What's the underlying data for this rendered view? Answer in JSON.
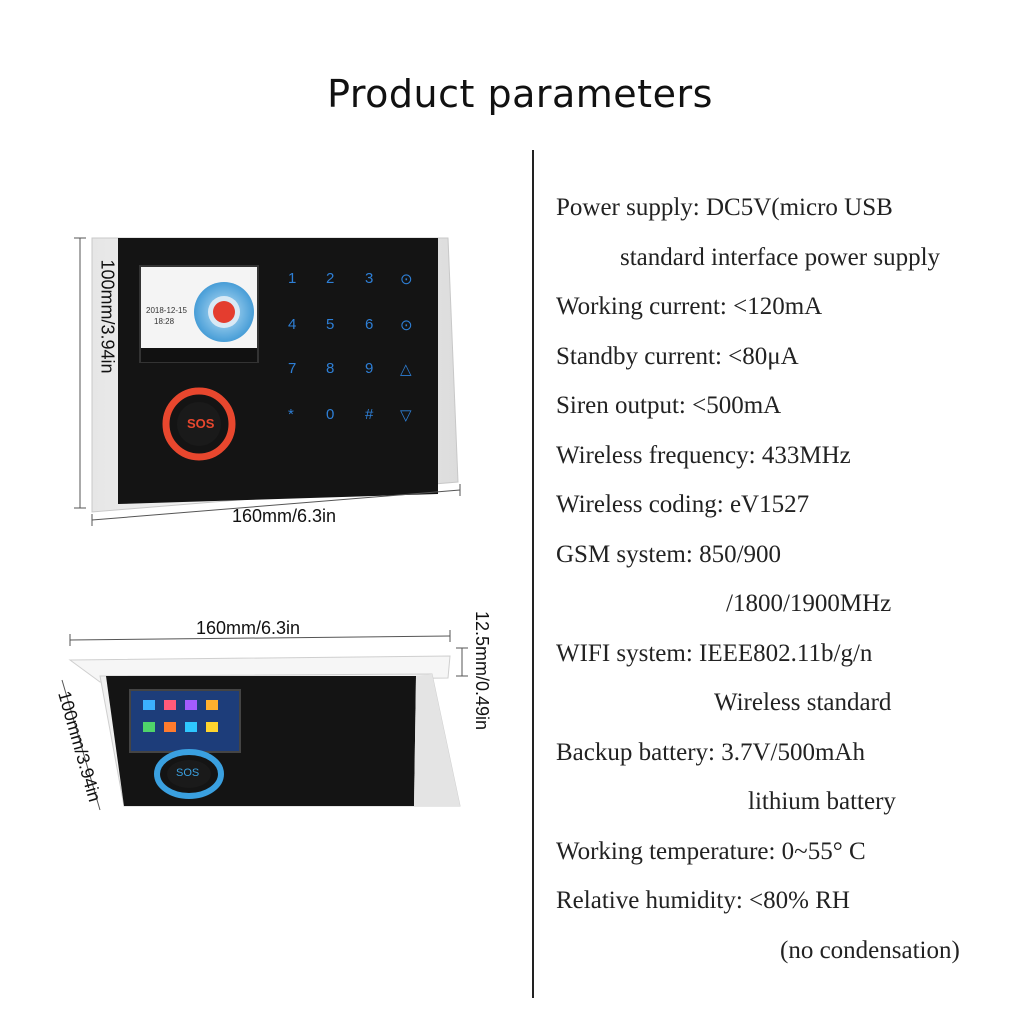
{
  "title": "Product parameters",
  "dimensions": {
    "front_width": "160mm/6.3in",
    "front_height": "100mm/3.94in",
    "side_width": "160mm/6.3in",
    "side_depth": "12.5mm/0.49in",
    "side_height": "100mm/3.94in"
  },
  "device": {
    "screen_date": "2018-12-15",
    "screen_time": "18:28",
    "sos_label": "SOS",
    "keypad_front": [
      "1",
      "2",
      "3",
      "⊙",
      "4",
      "5",
      "6",
      "⊙",
      "7",
      "8",
      "9",
      "△",
      "*",
      "0",
      "#",
      "▽"
    ]
  },
  "specs": [
    "Power supply: DC5V(micro USB",
    "standard interface power supply",
    "Working current: <120mA",
    "Standby current: <80μA",
    "Siren output: <500mA",
    "Wireless frequency: 433MHz",
    "Wireless coding: eV1527",
    "GSM system: 850/900",
    "/1800/1900MHz",
    "WIFI system: IEEE802.11b/g/n",
    "Wireless standard",
    "Backup battery: 3.7V/500mAh",
    "lithium battery",
    "Working temperature: 0~55° C",
    "Relative humidity: <80% RH",
    "(no condensation)"
  ],
  "colors": {
    "panel": "#141414",
    "frame": "#f2f2f2",
    "sos_ring": "#e8472e",
    "sos_ring_side": "#3aa0e0",
    "key": "#2e7fd6"
  }
}
